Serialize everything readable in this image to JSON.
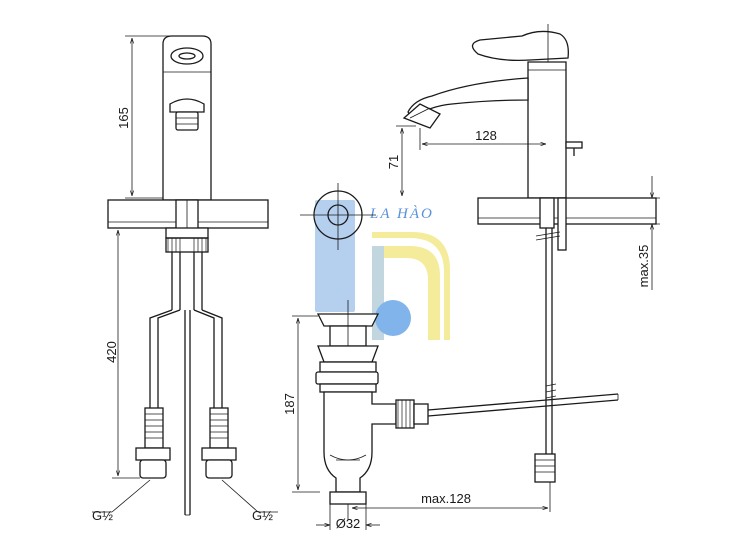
{
  "watermark": {
    "text": "LA HÀO"
  },
  "dimensions": {
    "front_height": "165",
    "front_hose_length": "420",
    "thread_left": "G½",
    "thread_right": "G½",
    "side_spout_reach": "128",
    "side_spout_height": "71",
    "side_max_thickness": "max.35",
    "drain_height": "187",
    "drain_max_reach": "max.128",
    "drain_diameter": "Ø32"
  },
  "colors": {
    "line": "#1a1a1a",
    "logo_blue": "#a8c8ec",
    "logo_yellow": "#f3e88a",
    "logo_dot": "#6aa8e8",
    "brand_text": "#3a7fd4"
  }
}
